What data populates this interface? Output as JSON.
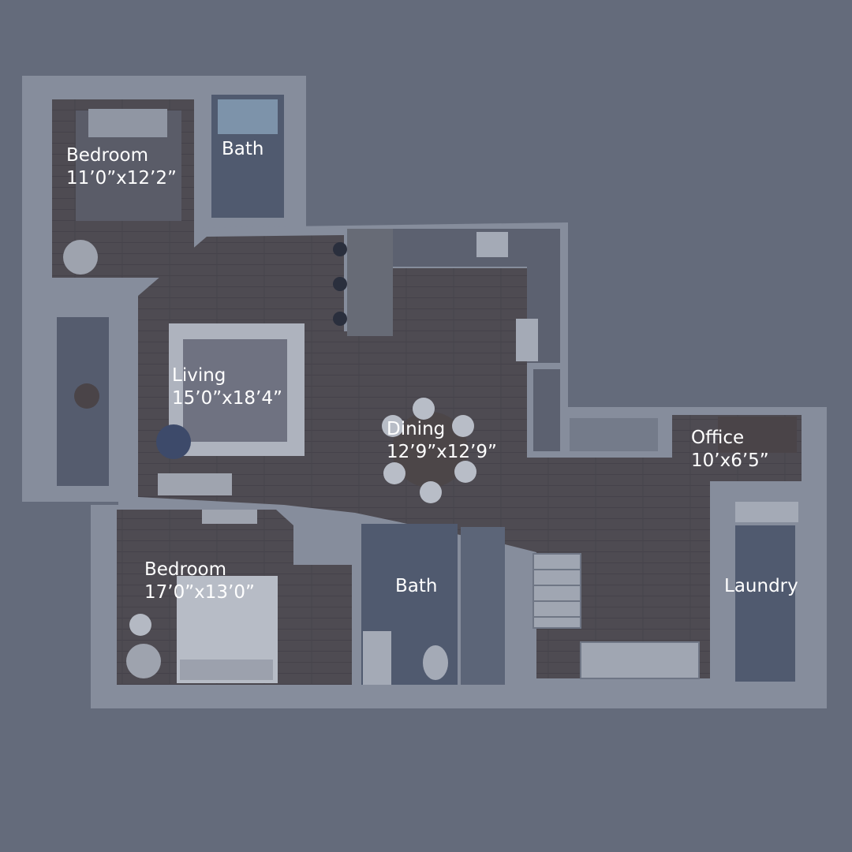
{
  "floorplan": {
    "colors": {
      "background": "#646b7b",
      "wall": "#868d9c",
      "wall_shade": "#7a8190",
      "floor_wood": "#4e4b52",
      "floor_tile": "#505a6f",
      "counter": "#5c6170",
      "fixture": "#a4aab6",
      "label": "#ffffff"
    },
    "rooms": [
      {
        "id": "bedroom-1",
        "name": "Bedroom",
        "size": "11’0”x12’2”"
      },
      {
        "id": "bath-1",
        "name": "Bath",
        "size": ""
      },
      {
        "id": "living",
        "name": "Living",
        "size": "15’0”x18’4”"
      },
      {
        "id": "dining",
        "name": "Dining",
        "size": "12’9”x12’9”"
      },
      {
        "id": "office",
        "name": "Office",
        "size": "10’x6’5”"
      },
      {
        "id": "bedroom-2",
        "name": "Bedroom",
        "size": "17’0”x13’0”"
      },
      {
        "id": "bath-2",
        "name": "Bath",
        "size": ""
      },
      {
        "id": "laundry",
        "name": "Laundry",
        "size": ""
      }
    ]
  }
}
